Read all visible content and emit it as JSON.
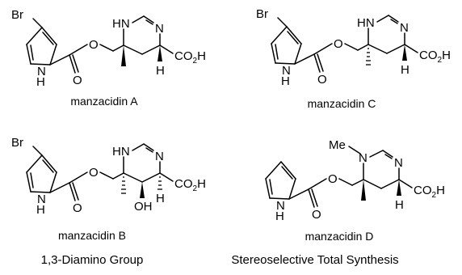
{
  "molecules": [
    {
      "name": "manzacidin A"
    },
    {
      "name": "manzacidin C"
    },
    {
      "name": "manzacidin B"
    },
    {
      "name": "manzacidin D"
    }
  ],
  "atoms": {
    "br": "Br",
    "hn": "HN",
    "n": "N",
    "nh_n": "N",
    "nh_h": "H",
    "o": "O",
    "h": "H",
    "co2h_pre": "CO",
    "co2h_sub": "2",
    "co2h_post": "H",
    "oh": "OH",
    "me": "Me"
  },
  "footer": {
    "left": "1,3-Diamino Group",
    "right": "Stereoselective Total Synthesis"
  }
}
